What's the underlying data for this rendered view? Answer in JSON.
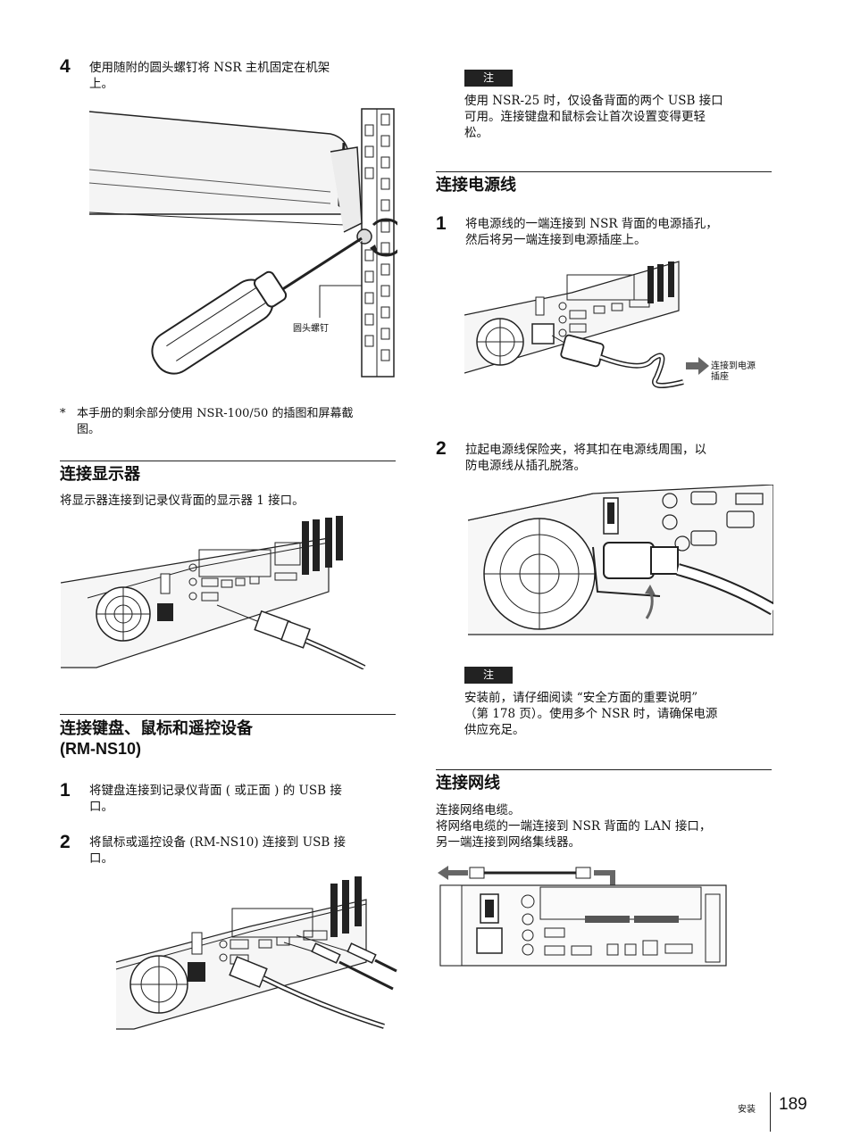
{
  "left": {
    "step4": {
      "num": "4",
      "text_line1": "使用随附的圆头螺钉将 NSR 主机固定在机架",
      "text_line2": "上。",
      "callout": "圆头螺钉"
    },
    "footnote": {
      "mark": "*",
      "line1": "本手册的剩余部分使用 NSR-100/50 的插图和屏幕截",
      "line2": "图。"
    },
    "monitor": {
      "heading": "连接显示器",
      "text": "将显示器连接到记录仪背面的显示器 1 接口。"
    },
    "keyboard": {
      "heading_line1": "连接键盘、鼠标和遥控设备",
      "heading_line2": "(RM-NS10)",
      "step1_num": "1",
      "step1_line1": "将键盘连接到记录仪背面 ( 或正面 ) 的 USB 接",
      "step1_line2": "口。",
      "step2_num": "2",
      "step2_line1": "将鼠标或遥控设备 (RM-NS10) 连接到 USB 接",
      "step2_line2": "口。"
    }
  },
  "right": {
    "note1": {
      "badge": "注",
      "line1": "使用 NSR-25 时，仅设备背面的两个 USB 接口",
      "line2": "可用。连接键盘和鼠标会让首次设置变得更轻",
      "line3": "松。"
    },
    "power": {
      "heading": "连接电源线",
      "step1_num": "1",
      "step1_line1": "将电源线的一端连接到 NSR 背面的电源插孔，",
      "step1_line2": "然后将另一端连接到电源插座上。",
      "callout_line1": "连接到电源",
      "callout_line2": "插座",
      "step2_num": "2",
      "step2_line1": "拉起电源线保险夹，将其扣在电源线周围，以",
      "step2_line2": "防电源线从插孔脱落。"
    },
    "note2": {
      "badge": "注",
      "line1": "安装前，请仔细阅读 “安全方面的重要说明”",
      "line2": "（第  178 页）。使用多个 NSR 时，请确保电源",
      "line3": "供应充足。"
    },
    "network": {
      "heading": "连接网线",
      "line1": "连接网络电缆。",
      "line2": "将网络电缆的一端连接到 NSR 背面的 LAN 接口，",
      "line3": "另一端连接到网络集线器。"
    }
  },
  "footer": {
    "section": "安装",
    "page": "189"
  }
}
